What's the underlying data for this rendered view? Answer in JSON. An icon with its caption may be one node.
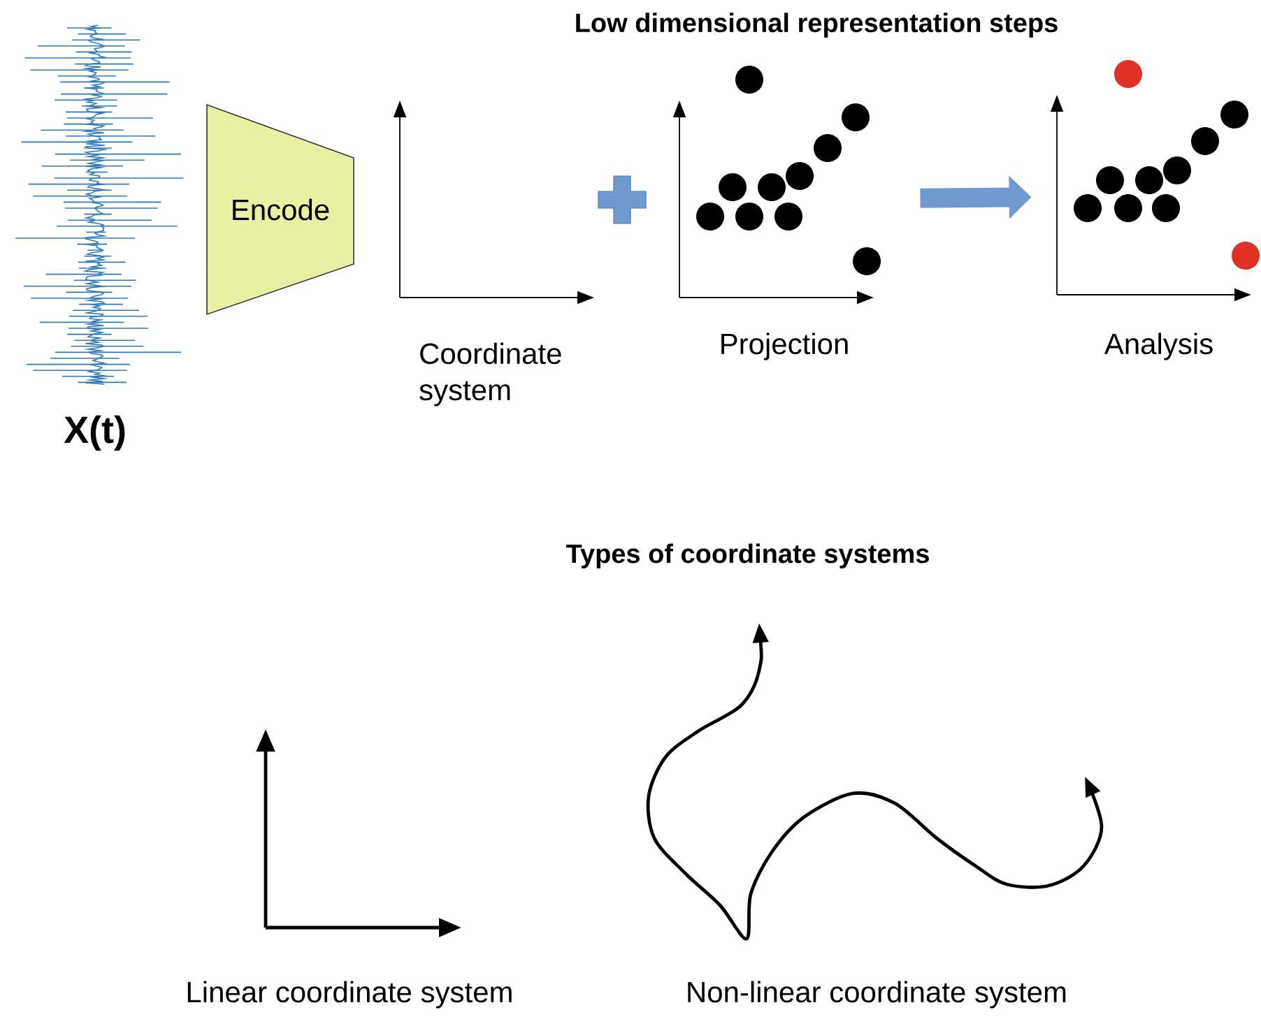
{
  "diagram": {
    "title": "Low dimensional representation steps",
    "nodes": [
      {
        "text": [],
        "shape": "picture",
        "beside": [
          "X(t)"
        ]
      },
      {
        "text": [
          "Encode"
        ]
      },
      {
        "text": [],
        "shape": "picture",
        "beside": [
          "Coordinate system"
        ]
      },
      {
        "text": [],
        "shape": "picture",
        "beside": [
          "Projection"
        ]
      },
      {
        "text": [],
        "shape": "picture",
        "beside": [
          "Analysis"
        ]
      },
      {
        "text": [],
        "shape": "picture",
        "beside": [
          "Linear coordinate system"
        ]
      },
      {
        "text": [],
        "shape": "picture",
        "beside": [
          "Non-linear coordinate system"
        ]
      }
    ],
    "edges": [
      {
        "from": 3,
        "to": 4,
        "arrow": "to"
      }
    ],
    "labels": [
      "Types of coordinate systems"
    ]
  }
}
